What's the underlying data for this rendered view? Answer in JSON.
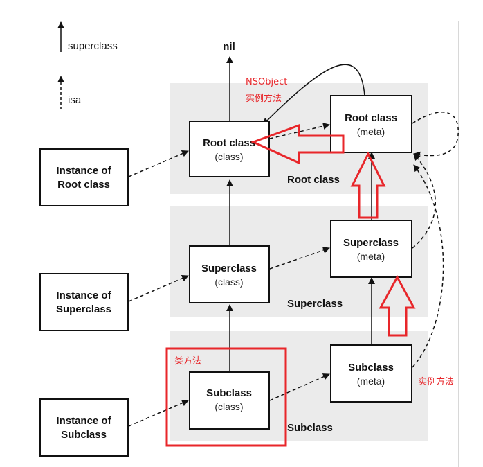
{
  "legend": {
    "superclass_label": "superclass",
    "isa_label": "isa"
  },
  "nil_label": "nil",
  "lanes": {
    "root": "Root class",
    "super": "Superclass",
    "sub": "Subclass"
  },
  "instances": {
    "root": [
      "Instance of",
      "Root class"
    ],
    "super": [
      "Instance of",
      "Superclass"
    ],
    "sub": [
      "Instance of",
      "Subclass"
    ]
  },
  "classes": {
    "root": {
      "title": "Root class",
      "sub": "(class)"
    },
    "super": {
      "title": "Superclass",
      "sub": "(class)"
    },
    "sub": {
      "title": "Subclass",
      "sub": "(class)"
    }
  },
  "metas": {
    "root": {
      "title": "Root class",
      "sub": "(meta)"
    },
    "super": {
      "title": "Superclass",
      "sub": "(meta)"
    },
    "sub": {
      "title": "Subclass",
      "sub": "(meta)"
    }
  },
  "annotations": {
    "nsobject": "NSObject",
    "instance_methods_top": "实例方法",
    "class_methods": "类方法",
    "instance_methods_right": "实例方法"
  },
  "colors": {
    "lane_bg": "#ebebeb",
    "accent_red": "#e8262a",
    "line": "#111111"
  }
}
